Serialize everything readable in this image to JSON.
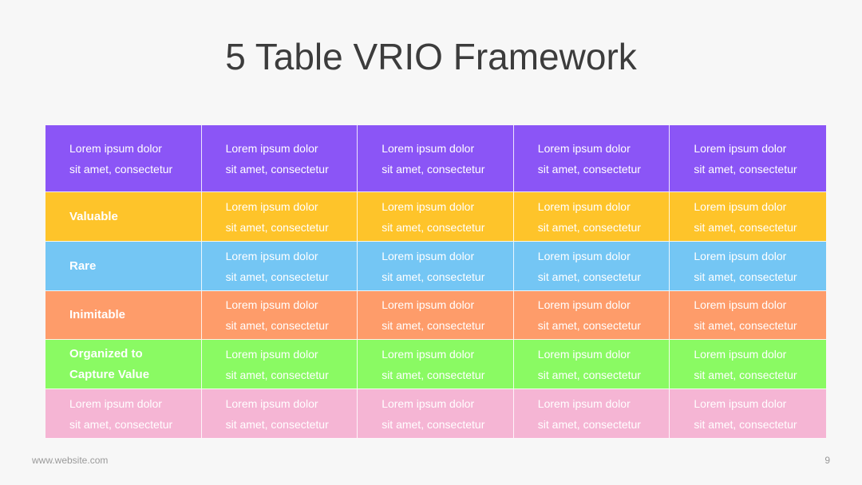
{
  "slide": {
    "title": "5 Table VRIO Framework",
    "footer_website": "www.website.com",
    "page_number": "9"
  },
  "colors": {
    "header_purple": "#8b55f6",
    "valuable_yellow": "#fec42a",
    "rare_blue": "#74c6f4",
    "inimitable_orange": "#fe9c6a",
    "organized_green": "#8afa63",
    "last_pink": "#f5b5d4"
  },
  "table": {
    "header": [
      {
        "line1": "Lorem ipsum dolor",
        "line2": "sit amet, consectetur"
      },
      {
        "line1": "Lorem ipsum dolor",
        "line2": "sit amet, consectetur"
      },
      {
        "line1": "Lorem ipsum dolor",
        "line2": "sit amet, consectetur"
      },
      {
        "line1": "Lorem ipsum dolor",
        "line2": "sit amet, consectetur"
      },
      {
        "line1": "Lorem ipsum dolor",
        "line2": "sit amet, consectetur"
      }
    ],
    "rows": [
      {
        "label_line1": "Valuable",
        "label_line2": "",
        "cells": [
          {
            "line1": "Lorem ipsum dolor",
            "line2": "sit amet, consectetur"
          },
          {
            "line1": "Lorem ipsum dolor",
            "line2": "sit amet, consectetur"
          },
          {
            "line1": "Lorem ipsum dolor",
            "line2": "sit amet, consectetur"
          },
          {
            "line1": "Lorem ipsum dolor",
            "line2": "sit amet, consectetur"
          }
        ]
      },
      {
        "label_line1": "Rare",
        "label_line2": "",
        "cells": [
          {
            "line1": "Lorem ipsum dolor",
            "line2": "sit amet, consectetur"
          },
          {
            "line1": "Lorem ipsum dolor",
            "line2": "sit amet, consectetur"
          },
          {
            "line1": "Lorem ipsum dolor",
            "line2": "sit amet, consectetur"
          },
          {
            "line1": "Lorem ipsum dolor",
            "line2": "sit amet, consectetur"
          }
        ]
      },
      {
        "label_line1": "Inimitable",
        "label_line2": "",
        "cells": [
          {
            "line1": "Lorem ipsum dolor",
            "line2": "sit amet, consectetur"
          },
          {
            "line1": "Lorem ipsum dolor",
            "line2": "sit amet, consectetur"
          },
          {
            "line1": "Lorem ipsum dolor",
            "line2": "sit amet, consectetur"
          },
          {
            "line1": "Lorem ipsum dolor",
            "line2": "sit amet, consectetur"
          }
        ]
      },
      {
        "label_line1": "Organized to",
        "label_line2": "Capture Value",
        "cells": [
          {
            "line1": "Lorem ipsum dolor",
            "line2": "sit amet, consectetur"
          },
          {
            "line1": "Lorem ipsum dolor",
            "line2": "sit amet, consectetur"
          },
          {
            "line1": "Lorem ipsum dolor",
            "line2": "sit amet, consectetur"
          },
          {
            "line1": "Lorem ipsum dolor",
            "line2": "sit amet, consectetur"
          }
        ]
      },
      {
        "label_line1": "Lorem ipsum dolor",
        "label_line2": "sit amet, consectetur",
        "cells": [
          {
            "line1": "Lorem ipsum dolor",
            "line2": "sit amet, consectetur"
          },
          {
            "line1": "Lorem ipsum dolor",
            "line2": "sit amet, consectetur"
          },
          {
            "line1": "Lorem ipsum dolor",
            "line2": "sit amet, consectetur"
          },
          {
            "line1": "Lorem ipsum dolor",
            "line2": "sit amet, consectetur"
          }
        ]
      }
    ]
  }
}
